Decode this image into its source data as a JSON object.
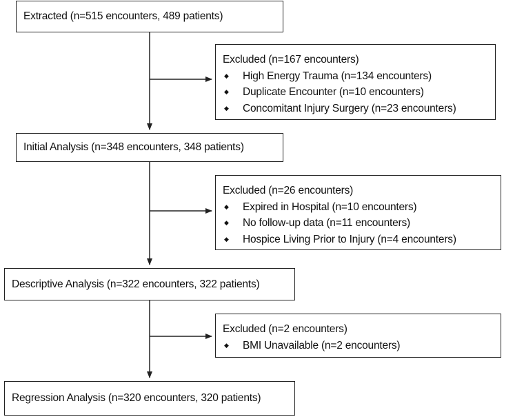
{
  "flow": {
    "boxes": [
      {
        "id": "extracted",
        "label": "Extracted (n=515 encounters, 489 patients)"
      },
      {
        "id": "initial",
        "label": "Initial Analysis (n=348 encounters, 348 patients)"
      },
      {
        "id": "descriptive",
        "label": "Descriptive Analysis (n=322 encounters, 322 patients)"
      },
      {
        "id": "regression",
        "label": "Regression Analysis (n=320 encounters, 320 patients)"
      }
    ],
    "exclusions": [
      {
        "title": "Excluded (n=167 encounters)",
        "items": [
          "High Energy Trauma (n=134 encounters)",
          "Duplicate Encounter (n=10 encounters)",
          "Concomitant Injury Surgery (n=23 encounters)"
        ]
      },
      {
        "title": "Excluded (n=26 encounters)",
        "items": [
          "Expired in Hospital (n=10 encounters)",
          "No follow-up data (n=11 encounters)",
          "Hospice Living Prior to Injury (n=4 encounters)"
        ]
      },
      {
        "title": "Excluded (n=2 encounters)",
        "items": [
          "BMI Unavailable (n=2 encounters)"
        ]
      }
    ]
  },
  "style": {
    "line_color": "#222222",
    "bullet_glyph": "◆"
  }
}
